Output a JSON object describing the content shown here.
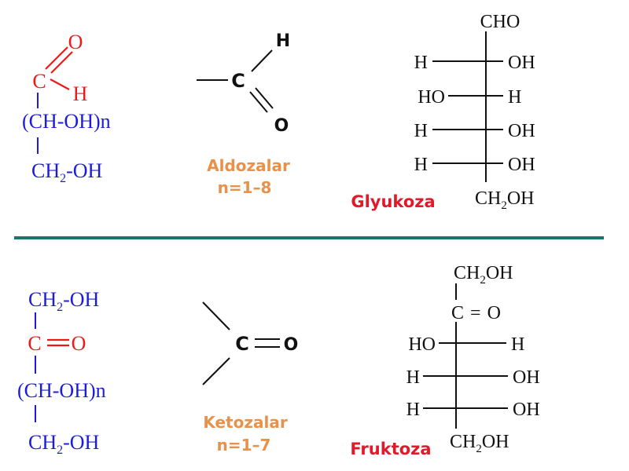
{
  "colors": {
    "blue": "#1c1cd9",
    "red": "#ee1a1a",
    "black": "#111111",
    "orange": "#e8914a",
    "crimson": "#e01a2a",
    "divider": "#17776e"
  },
  "aldose_general": {
    "oxygen": "O",
    "carbon": "C",
    "hydrogen": "H",
    "chain": "(CH-OH)n",
    "end_prefix": "CH",
    "end_sub": "2",
    "end_suffix": "-OH"
  },
  "aldehyde_group": {
    "hydrogen": "H",
    "carbon": "C",
    "oxygen": "O"
  },
  "aldose_caption": {
    "name": "Aldozalar",
    "range": "n=1–8"
  },
  "glucose": {
    "name": "Glyukoza",
    "top": "CHO",
    "rows": [
      {
        "left": "H",
        "right": "OH"
      },
      {
        "left": "HO",
        "right": "H"
      },
      {
        "left": "H",
        "right": "OH"
      },
      {
        "left": "H",
        "right": "OH"
      }
    ],
    "bottom_prefix": "CH",
    "bottom_sub": "2",
    "bottom_suffix": "OH"
  },
  "ketose_general": {
    "top_prefix": "CH",
    "top_sub": "2",
    "top_suffix": "-OH",
    "carbon": "C",
    "oxygen": "O",
    "chain": "(CH-OH)n",
    "end_prefix": "CH",
    "end_sub": "2",
    "end_suffix": "-OH"
  },
  "ketone_group": {
    "carbon": "C",
    "oxygen": "O"
  },
  "ketose_caption": {
    "name": "Ketozalar",
    "range": "n=1–7"
  },
  "fructose": {
    "name": "Fruktoza",
    "top_prefix": "CH",
    "top_sub": "2",
    "top_suffix": "OH",
    "keto_carbon": "C",
    "keto_eq": "=",
    "keto_oxygen": "O",
    "rows": [
      {
        "left": "HO",
        "right": "H"
      },
      {
        "left": "H",
        "right": "OH"
      },
      {
        "left": "H",
        "right": "OH"
      }
    ],
    "bottom_prefix": "CH",
    "bottom_sub": "2",
    "bottom_suffix": "OH"
  }
}
